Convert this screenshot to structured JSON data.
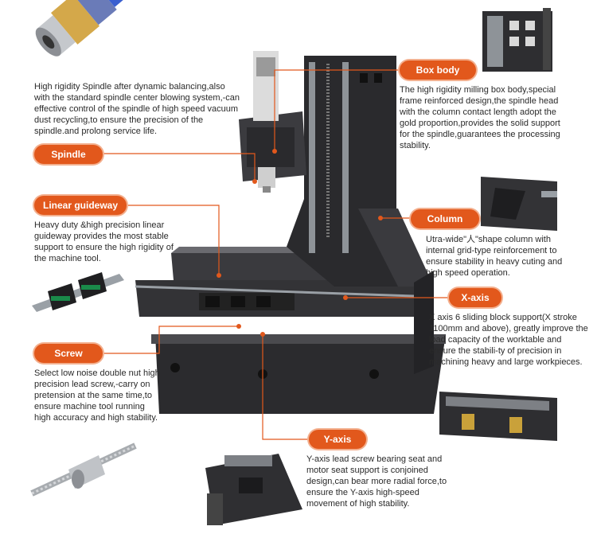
{
  "callouts": {
    "spindle": {
      "label": "Spindle",
      "description": "High rigidity Spindle after dynamic balancing,also with the standard spindle center blowing system,-can effective control of the spindle of high speed vacuum dust recycling,to ensure the precision of the spindle.and prolong service life."
    },
    "box_body": {
      "label": "Box body",
      "description": "The high rigidity milling box body,special frame reinforced design,the spindle head with the column contact length adopt the gold proportion,provides the solid support for the spindle,guarantees the processing stability."
    },
    "linear_guideway": {
      "label": "Linear guideway",
      "description": "Heavy duty &high precision linear guideway provides the most stable support to ensure the high rigidity of the machine tool."
    },
    "column": {
      "label": "Column",
      "description": "Utra-wide\"人\"shape column with internal grid-type reinforcement to ensure stability in heavy cuting and high speed operation."
    },
    "x_axis": {
      "label": "X-axis",
      "description": "X axis 6 sliding block support(X stroke 1100mm and above), greatly improve the load capacity of the worktable and ensure the stabili-ty of precision in machining heavy and large workpieces."
    },
    "screw": {
      "label": "Screw",
      "description": "Select low noise double nut high precision lead screw,-carry on pretension at the same time,to ensure machine tool running high accuracy and high stability."
    },
    "y_axis": {
      "label": "Y-axis",
      "description": "Y-axis lead screw bearing seat and motor seat support is conjoined design,can bear more radial force,to ensure the Y-axis high-speed movement of high stability."
    }
  },
  "colors": {
    "accent": "#e2581c",
    "machine_dark": "#2b2b2e",
    "machine_mid": "#3c3c40",
    "steel": "#b9bcc0"
  }
}
